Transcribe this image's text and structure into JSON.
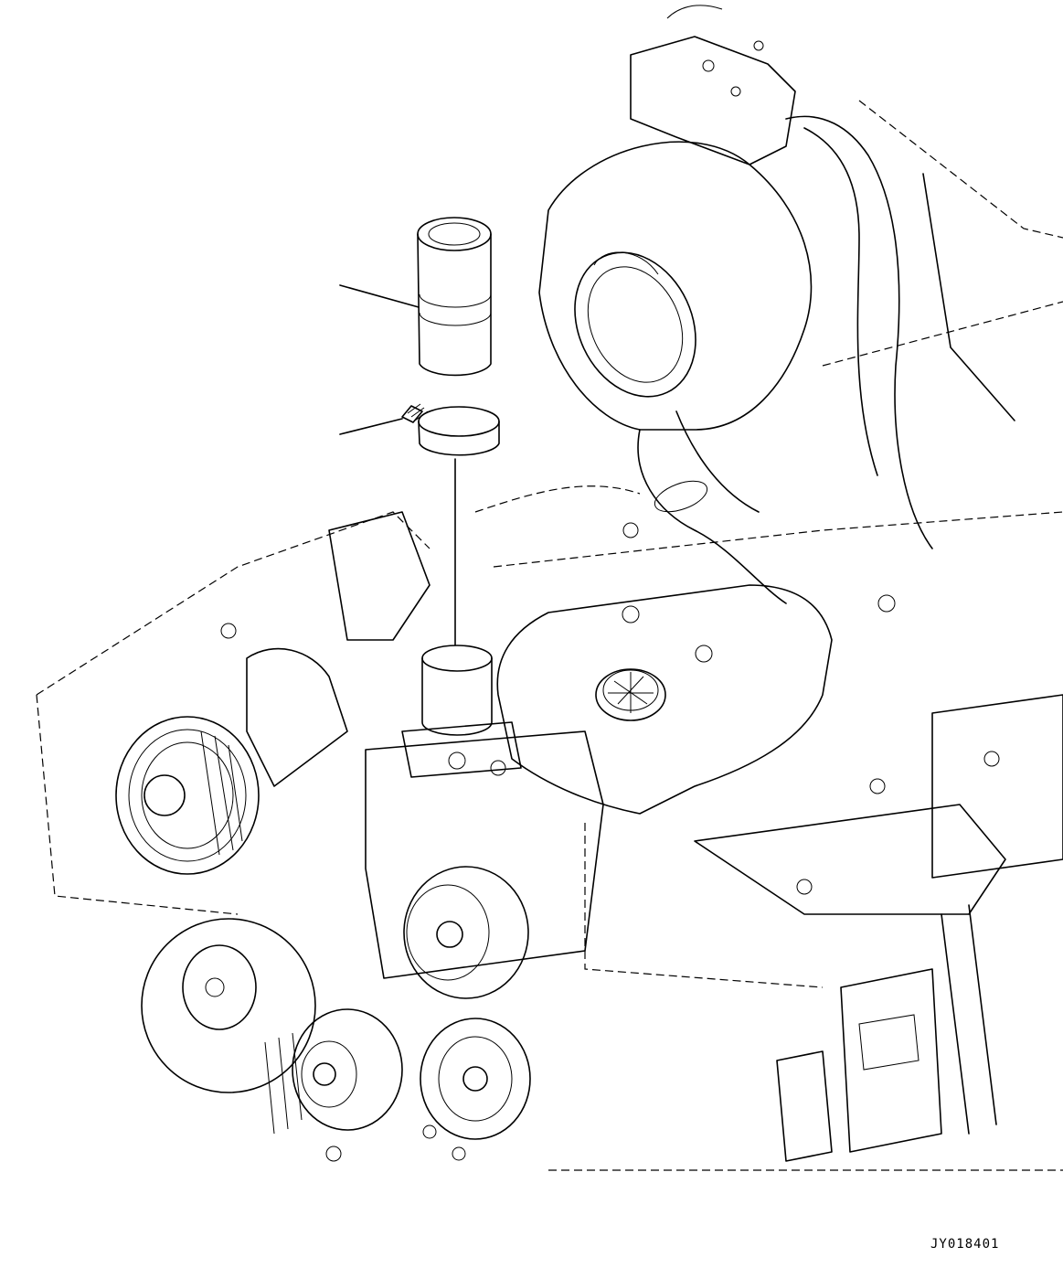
{
  "figure": {
    "reference_code": "JY018401",
    "parts": [
      {
        "icon": "hose-icon",
        "callout": "callout-hose"
      },
      {
        "icon": "hose-clamp-icon",
        "callout": "callout-clamp"
      }
    ]
  }
}
